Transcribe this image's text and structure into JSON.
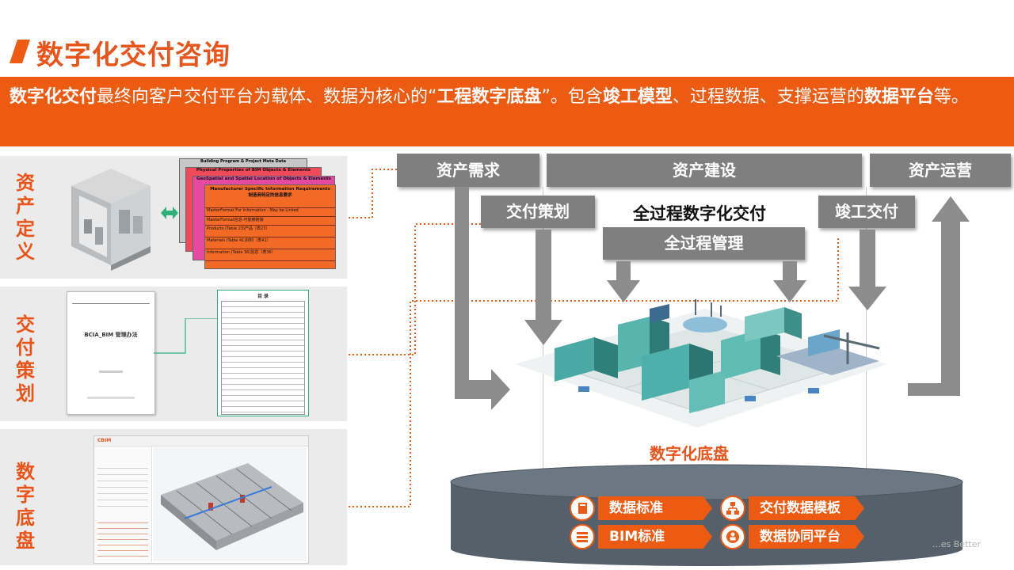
{
  "header": {
    "title": "数字化交付咨询"
  },
  "banner": {
    "seg1": "数字化交付",
    "seg2": "最终向客户交付平台为载体、数据为核心的“",
    "seg3": "工程数字底盘",
    "seg4": "”。包含",
    "seg5": "竣工模型",
    "seg6": "、过程数据、支撑运营的",
    "seg7": "数据平台",
    "seg8": "等。"
  },
  "left_panels": [
    {
      "label": "资\n产\n定\n义"
    },
    {
      "label": "交\n付\n策\n划"
    },
    {
      "label": "数\n字\n底\n盘"
    }
  ],
  "stack_docs": {
    "titles": [
      "Building Program & Project Meta Data",
      "Physical Properties of BIM Objects & Elements",
      "GeoSpatial and Spatial Location of Objects & Elements",
      "Manufacturer Specific Information Requirements"
    ],
    "front_subtitle": "制造商特定的信息要求",
    "front_rows": [
      "MasterFormat For Information - May be Linked",
      "MasterFormat信息-可能被链接",
      "Products (Table 23)产品（表23）",
      "Materials (Table 41)材料（表41）",
      "Information (Table 36)信息（表36）"
    ]
  },
  "doc_cover": {
    "title": "BCIA_BIM 管理办法"
  },
  "toc": {
    "header": "目 录"
  },
  "software": {
    "brand": "CBIM"
  },
  "diagram": {
    "box_asset_demand": "资产需求",
    "box_asset_build": "资产建设",
    "box_asset_ops": "资产运营",
    "box_delivery_plan": "交付策划",
    "box_completion": "竣工交付",
    "label_full_process": "全过程数字化交付",
    "box_full_mgmt": "全过程管理",
    "label_base": "数字化底盘"
  },
  "platform": {
    "items": [
      {
        "label": "数据标准",
        "icon": "book-icon"
      },
      {
        "label": "交付数据模板",
        "icon": "org-chart-icon"
      },
      {
        "label": "BIM标准",
        "icon": "layers-icon"
      },
      {
        "label": "数据协同平台",
        "icon": "people-icon"
      }
    ]
  },
  "watermark": "…es Better",
  "colors": {
    "accent": "#ED5A12",
    "title": "#E8541A",
    "box_grey": "#7F7F7F",
    "cylinder": "#55606A",
    "arrow": "#8C8C8C"
  }
}
